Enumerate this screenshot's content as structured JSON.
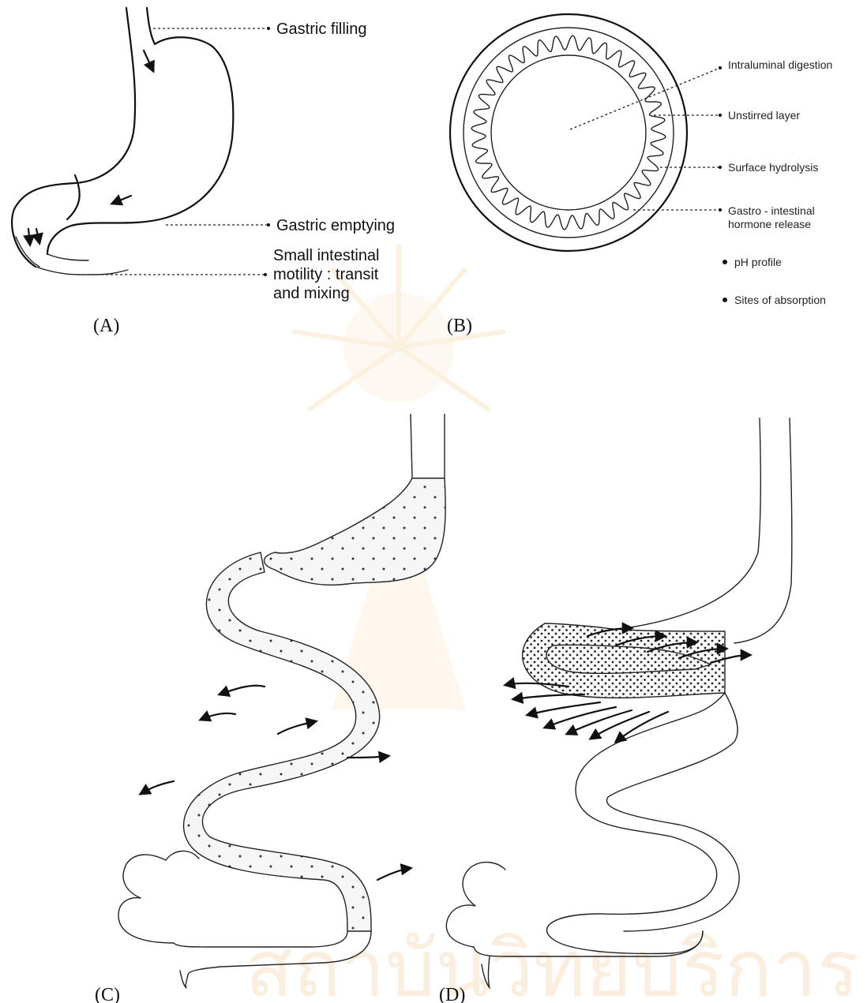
{
  "panel_a": {
    "labels": {
      "filling": "Gastric filling",
      "emptying": "Gastric emptying",
      "motility_1": "Small intestinal",
      "motility_2": "motility : transit",
      "motility_3": "and mixing"
    },
    "panel_label": "(A)"
  },
  "panel_b": {
    "labels": {
      "intraluminal": "Intraluminal digestion",
      "unstirred": "Unstirred layer",
      "surface": "Surface hydrolysis",
      "hormone_1": "Gastro - intestinal",
      "hormone_2": "hormone release",
      "ph": "pH profile",
      "sites": "Sites of absorption"
    },
    "panel_label": "(B)"
  },
  "panel_c": {
    "panel_label": "(C)"
  },
  "panel_d": {
    "panel_label": "(D)"
  },
  "watermark": {
    "text": "สถาบันวิทยบริการ"
  }
}
